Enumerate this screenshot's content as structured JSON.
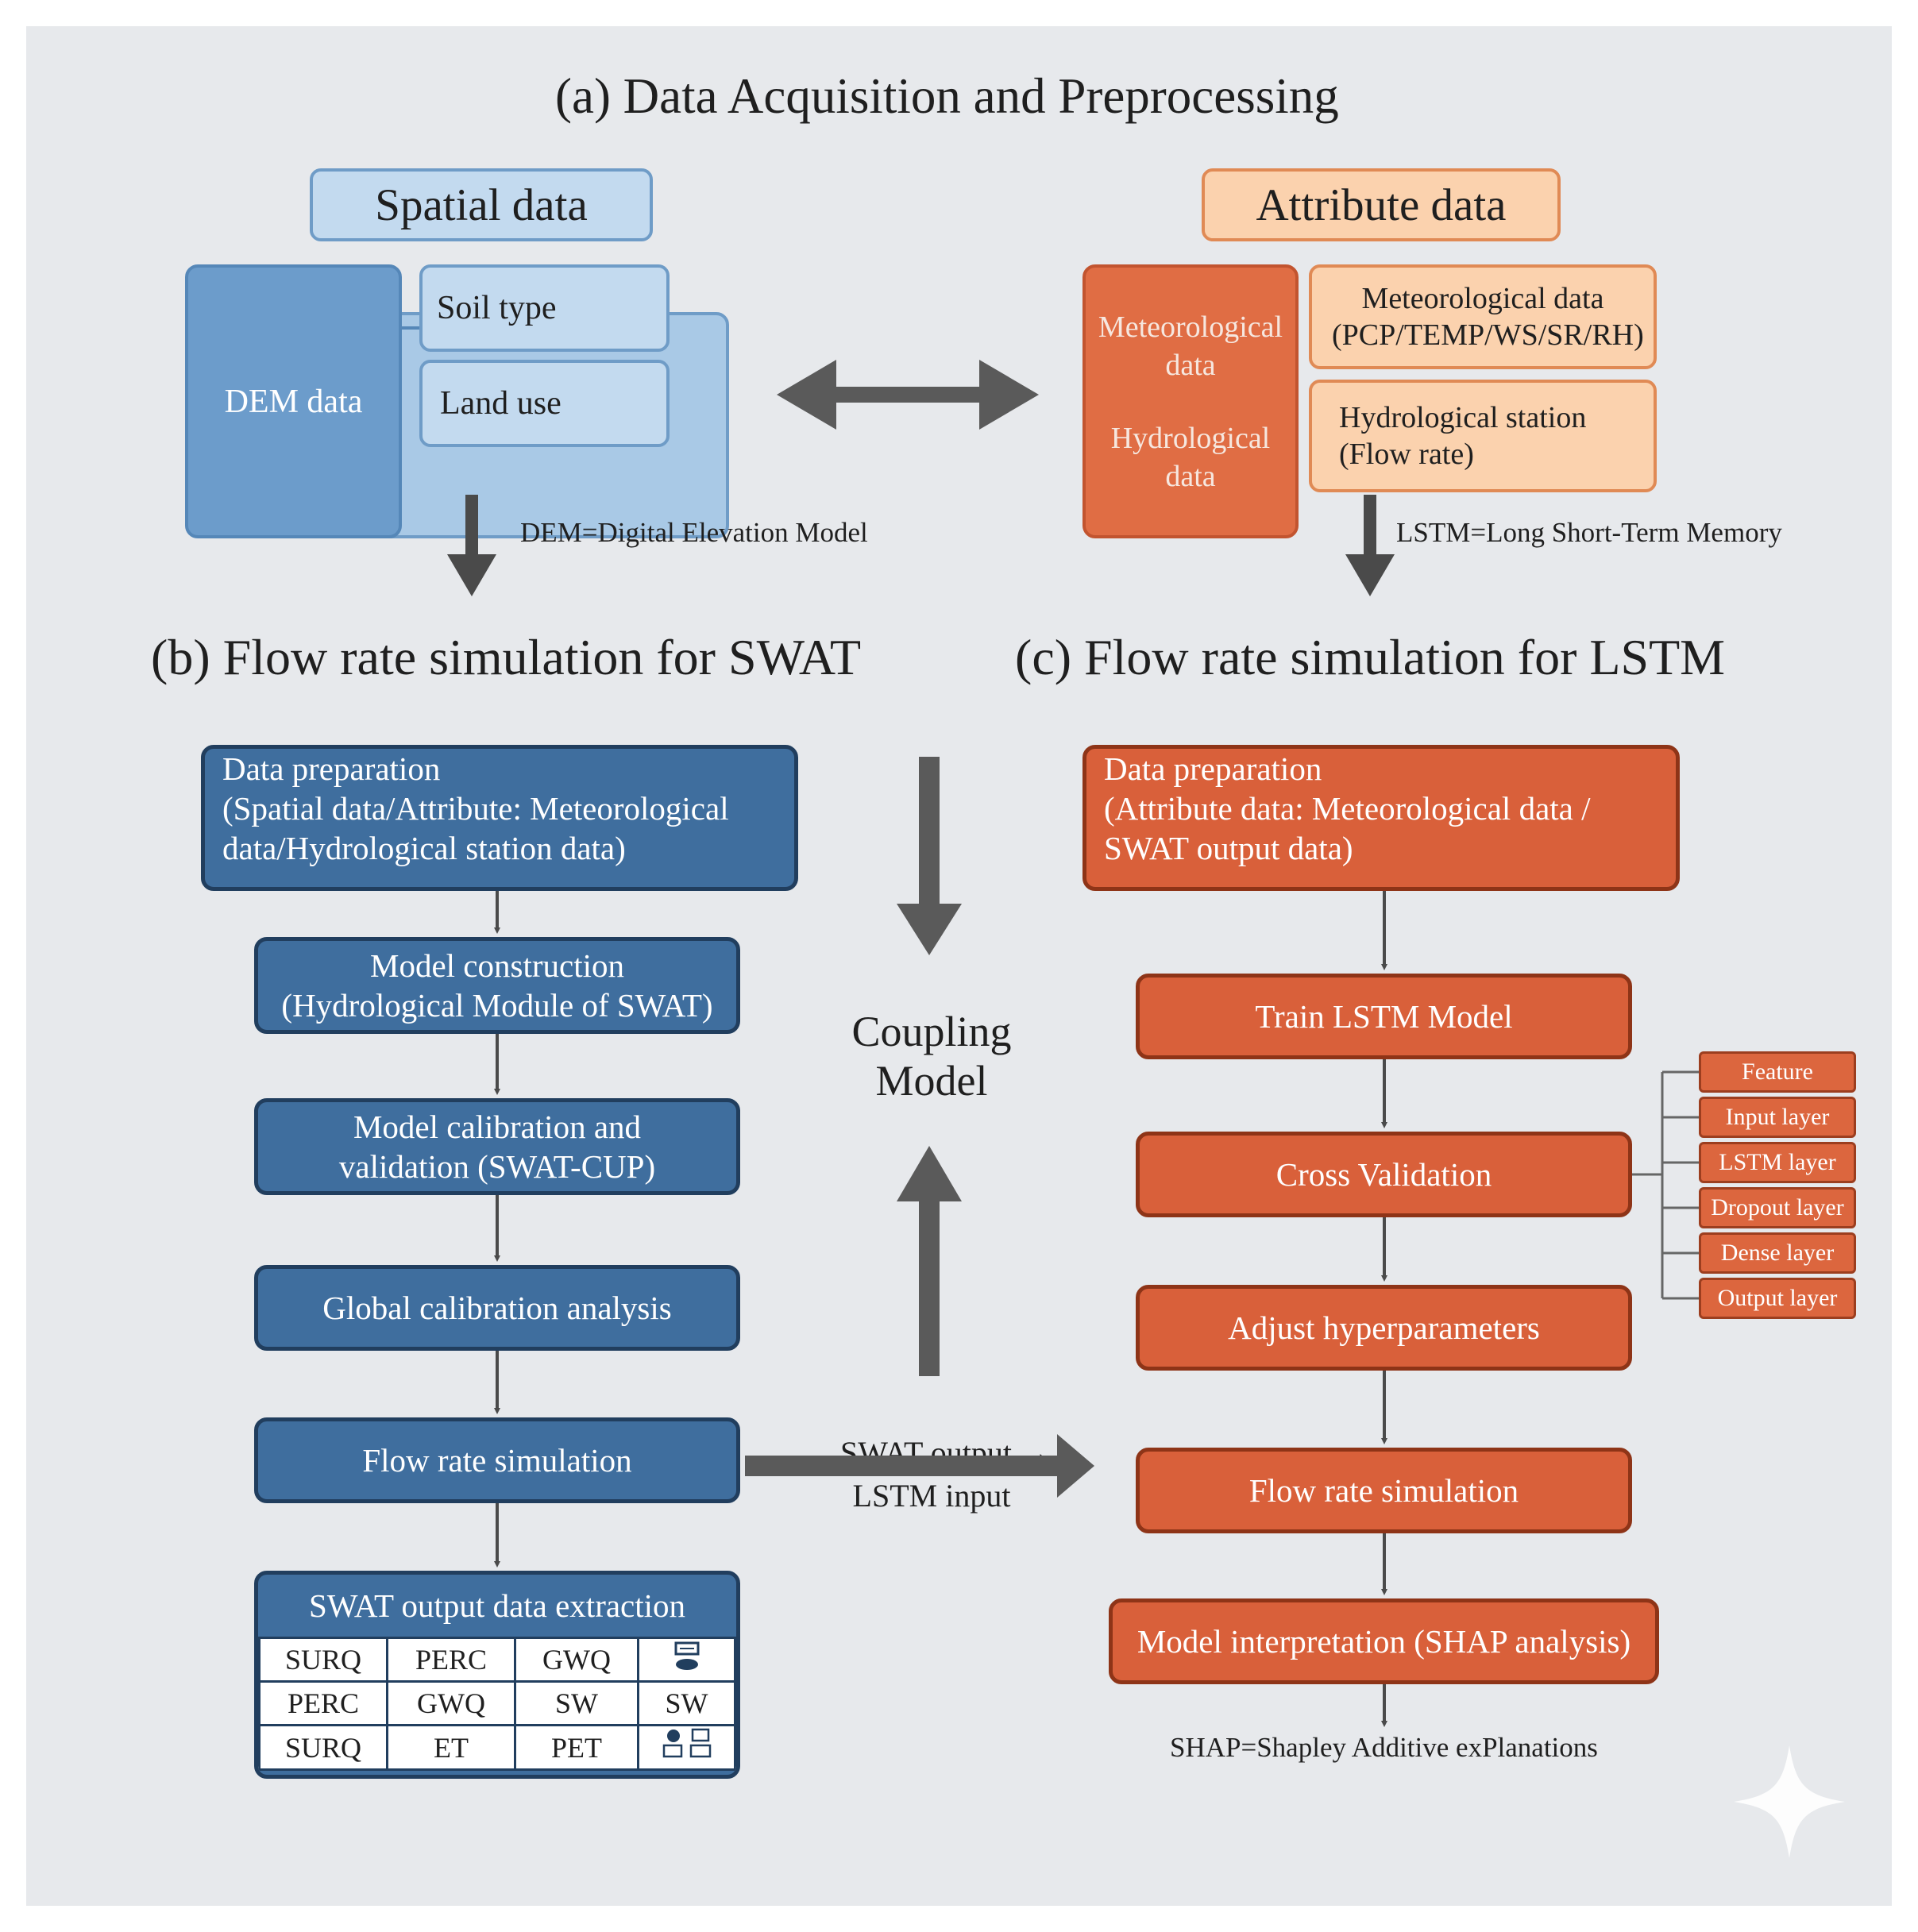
{
  "titles": {
    "a": "(a) Data Acquisition and Preprocessing",
    "b": "(b) Flow rate simulation for SWAT",
    "c": "(c) Flow rate simulation for LSTM"
  },
  "spatial": {
    "header": "Spatial data",
    "dem": "DEM data",
    "soil": "Soil type",
    "land": "Land use"
  },
  "attribute": {
    "header": "Attribute data",
    "left_top": "Meteorological data",
    "left_bottom": "Hydrological data",
    "met": "Meteorological data (PCP/TEMP/WS/SR/RH)",
    "hydro": "Hydrological station (Flow rate)"
  },
  "notes": {
    "dem": "DEM=Digital Elevation Model",
    "lstm": "LSTM=Long Short-Term Memory",
    "shap": "SHAP=Shapley Additive exPlanations"
  },
  "coupling": {
    "line1": "Coupling",
    "line2": "Model",
    "link1": "SWAT output →",
    "link2": "LSTM input"
  },
  "swat_steps": {
    "prep1": "Data preparation",
    "prep2": "(Spatial data/Attribute: Meteorological",
    "prep3": "data/Hydrological station data)",
    "construct1": "Model construction",
    "construct2": "(Hydrological Module of SWAT)",
    "calib1": "Model calibration and",
    "calib2": "validation (SWAT-CUP)",
    "global": "Global calibration analysis",
    "flow": "Flow rate simulation",
    "extract": "SWAT output data extraction"
  },
  "swat_table": [
    [
      "SURQ",
      "PERC",
      "GWQ",
      ""
    ],
    [
      "PERC",
      "GWQ",
      "SW",
      "SW"
    ],
    [
      "SURQ",
      "ET",
      "PET",
      ""
    ]
  ],
  "lstm_steps": {
    "prep1": "Data preparation",
    "prep2": "(Attribute data: Meteorological data /",
    "prep3": "SWAT output data)",
    "train": "Train LSTM Model",
    "cv": "Cross Validation",
    "adjust": "Adjust hyperparameters",
    "flow": "Flow rate simulation",
    "interp": "Model interpretation (SHAP analysis)"
  },
  "layers": [
    "Feature",
    "Input layer",
    "LSTM layer",
    "Dropout layer",
    "Dense layer",
    "Output layer"
  ],
  "colors": {
    "blue_dark": "#3f6e9e",
    "blue_light": "#a9c9e6",
    "orange_dark": "#d9603a",
    "orange_light": "#fbd2ae",
    "arrow": "#5a5a5a"
  }
}
